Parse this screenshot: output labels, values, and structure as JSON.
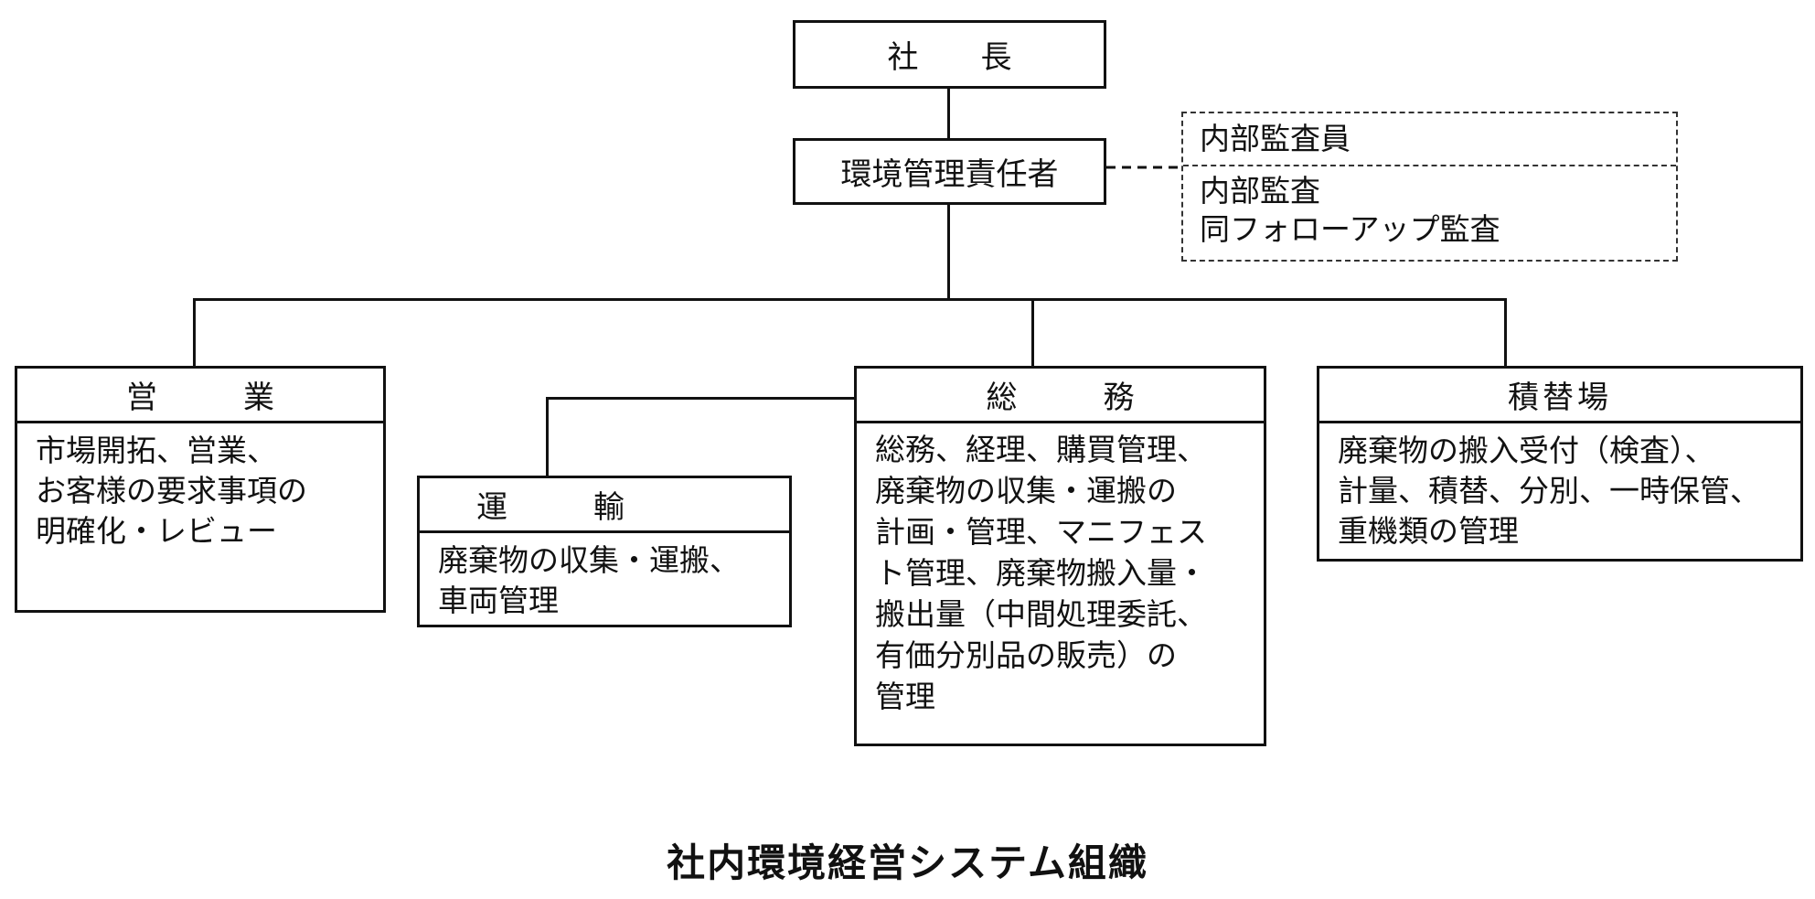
{
  "president": {
    "label": "社　　長"
  },
  "env_manager": {
    "label": "環境管理責任者"
  },
  "audit": {
    "title": "内部監査員",
    "lines": [
      "内部監査",
      "同フォローアップ監査"
    ]
  },
  "departments": {
    "sales": {
      "title": "営　業",
      "lines": [
        "市場開拓、営業、",
        "お客様の要求事項の",
        "明確化・レビュー"
      ]
    },
    "transport": {
      "title": "運　輸",
      "lines": [
        "廃棄物の収集・運搬、",
        "車両管理"
      ]
    },
    "general": {
      "title": "総　務",
      "lines": [
        "総務、経理、購買管理、",
        "廃棄物の収集・運搬の",
        "計画・管理、マニフェス",
        "ト管理、廃棄物搬入量・",
        "搬出量（中間処理委託、",
        "有価分別品の販売）の",
        "管理"
      ]
    },
    "transfer": {
      "title": "積替場",
      "lines": [
        "廃棄物の搬入受付（検査）、",
        "計量、積替、分別、一時保管、",
        "重機類の管理"
      ]
    }
  },
  "caption": "社内環境経営システム組織"
}
